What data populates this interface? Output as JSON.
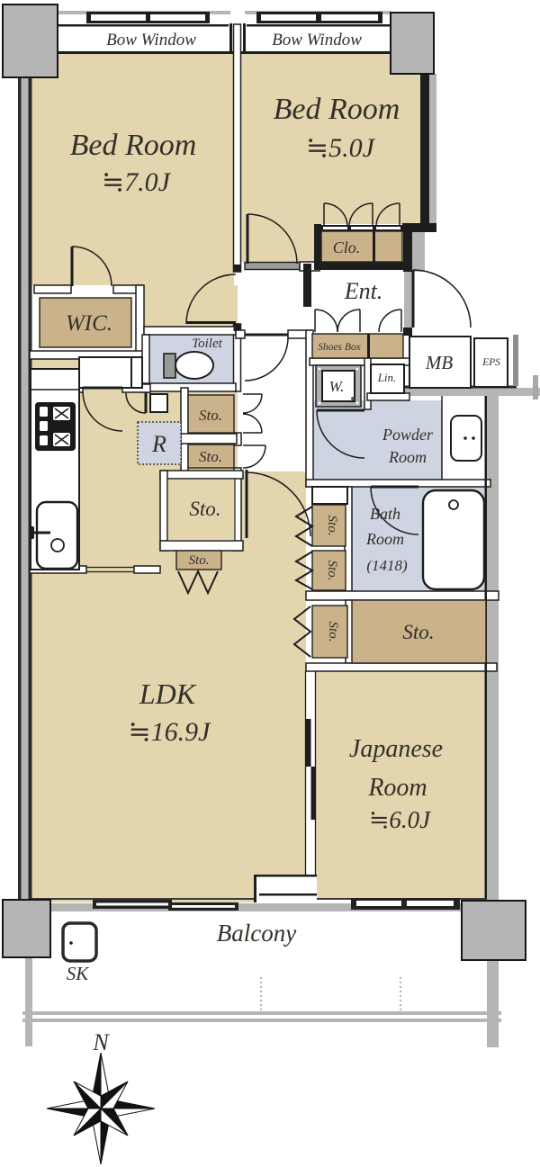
{
  "plan_title": "apartment floor plan",
  "colors": {
    "room_floor": "#e3d5ae",
    "storage_floor": "#cab28b",
    "wet_area_floor": "#cfd4e2",
    "wall": "#1d1d1d",
    "concrete": "#b5b5b5",
    "label_text": "#33302a"
  },
  "windows": {
    "bow_window_left": "Bow Window",
    "bow_window_right": "Bow Window"
  },
  "rooms": {
    "bedroom1": {
      "name": "Bed Room",
      "size": "≒7.0J"
    },
    "bedroom2": {
      "name": "Bed Room",
      "size": "≒5.0J"
    },
    "ldk": {
      "name": "LDK",
      "size": "≒16.9J"
    },
    "japanese": {
      "name1": "Japanese",
      "name2": "Room",
      "size": "≒6.0J"
    },
    "powder": {
      "line1": "Powder",
      "line2": "Room"
    },
    "bath": {
      "line1": "Bath",
      "line2": "Room",
      "line3": "(1418)"
    },
    "entrance": "Ent.",
    "wic": "WIC.",
    "toilet": "Toilet",
    "closet": "Clo.",
    "shoes_box": "Shoes Box",
    "linen": "Lin.",
    "meter_box": "MB",
    "eps": "EPS",
    "washer": "W.",
    "refrigerator": "R",
    "balcony": "Balcony",
    "slop_sink": "SK"
  },
  "storage_labels": {
    "sto_a": "Sto.",
    "sto_b": "Sto.",
    "sto_c": "Sto.",
    "sto_d": "Sto.",
    "sto_v1": "Sto.",
    "sto_v2": "Sto.",
    "sto_v3": "Sto.",
    "sto_big": "Sto."
  },
  "compass": {
    "north": "N"
  }
}
